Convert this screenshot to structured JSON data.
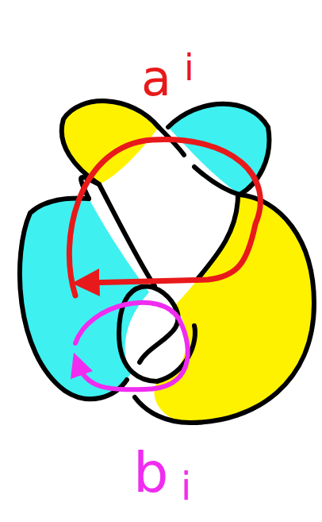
{
  "diagram": {
    "labels": [
      "a",
      "i",
      "b",
      "i"
    ]
  }
}
